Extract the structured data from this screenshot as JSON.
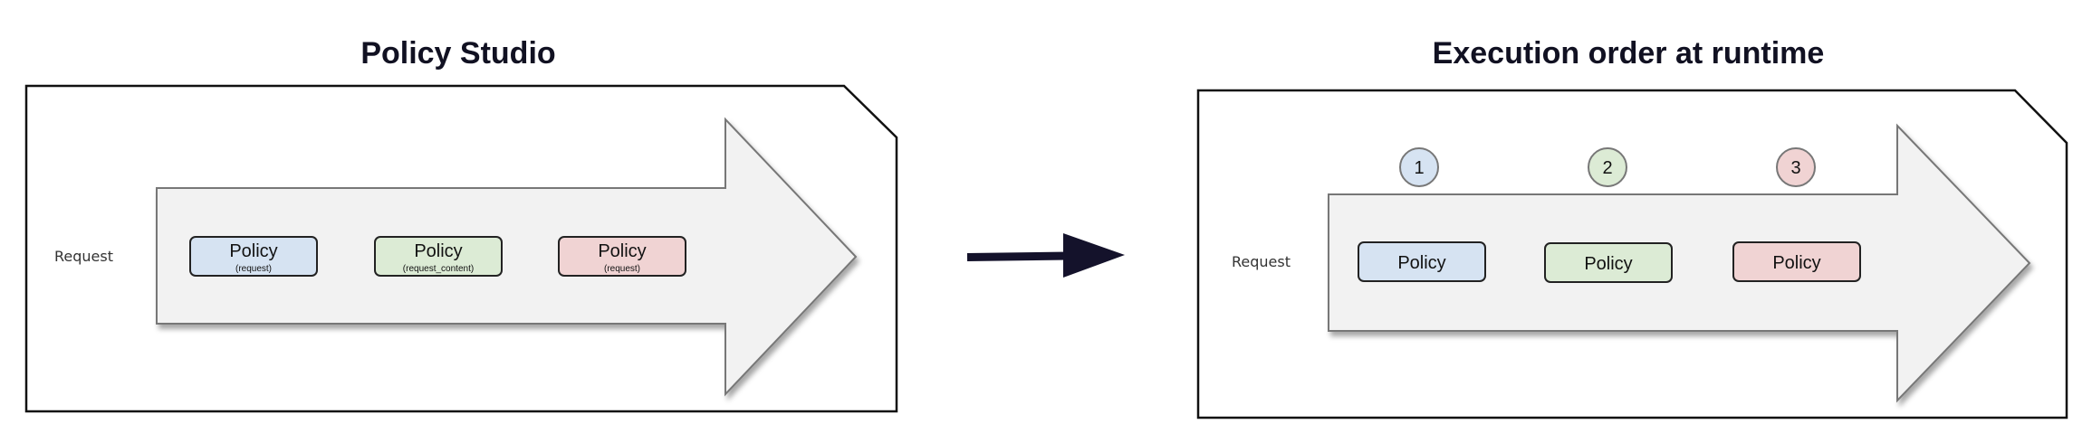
{
  "left": {
    "title": "Policy Studio",
    "request_label": "Request",
    "policies": [
      {
        "label": "Policy",
        "sub": "(request)",
        "color": "#d6e3f2"
      },
      {
        "label": "Policy",
        "sub": "(request_content)",
        "color": "#dcebd5"
      },
      {
        "label": "Policy",
        "sub": "(request)",
        "color": "#f0d3d3"
      }
    ]
  },
  "right": {
    "title": "Execution order at runtime",
    "request_label": "Request",
    "steps": [
      {
        "number": "1",
        "label": "Policy",
        "color": "#d6e3f2"
      },
      {
        "number": "2",
        "label": "Policy",
        "color": "#dcebd5"
      },
      {
        "number": "3",
        "label": "Policy",
        "color": "#f0d3d3"
      }
    ]
  },
  "colors": {
    "arrow_fill": "#f2f2f2",
    "arrow_stroke": "#777777",
    "transition_arrow": "#14122b"
  }
}
